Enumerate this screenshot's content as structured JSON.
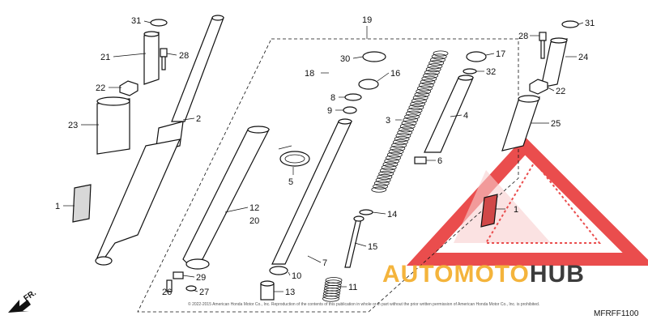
{
  "diagram_code": "MFRFF1100",
  "direction_label": "FR.",
  "copyright_text": "© 2022-2015 American Honda Motor Co., Inc. Reproduction of the contents of this publication in whole or in part without the prior written permission of American Honda Motor Co., Inc. is prohibited.",
  "watermark": {
    "part_a": "AUTO",
    "part_b": "MOTO",
    "part_c": "HUB",
    "color_a": "#f4b43c",
    "color_b": "#f4b43c",
    "color_c": "#3c3c3c",
    "logo_color": "#e83a3a"
  },
  "callouts": {
    "c1": "1",
    "c2": "2",
    "c3": "3",
    "c4": "4",
    "c5": "5",
    "c6": "6",
    "c7": "7",
    "c8": "8",
    "c9": "9",
    "c10": "10",
    "c11": "11",
    "c12": "12",
    "c13": "13",
    "c14": "14",
    "c15": "15",
    "c16": "16",
    "c17": "17",
    "c18": "18",
    "c19": "19",
    "c20": "20",
    "c21": "21",
    "c22": "22",
    "c23": "23",
    "c24": "24",
    "c25": "25",
    "c26": "26",
    "c27": "27",
    "c28": "28",
    "c29": "29",
    "c30": "30",
    "c31": "31",
    "c32": "32"
  }
}
